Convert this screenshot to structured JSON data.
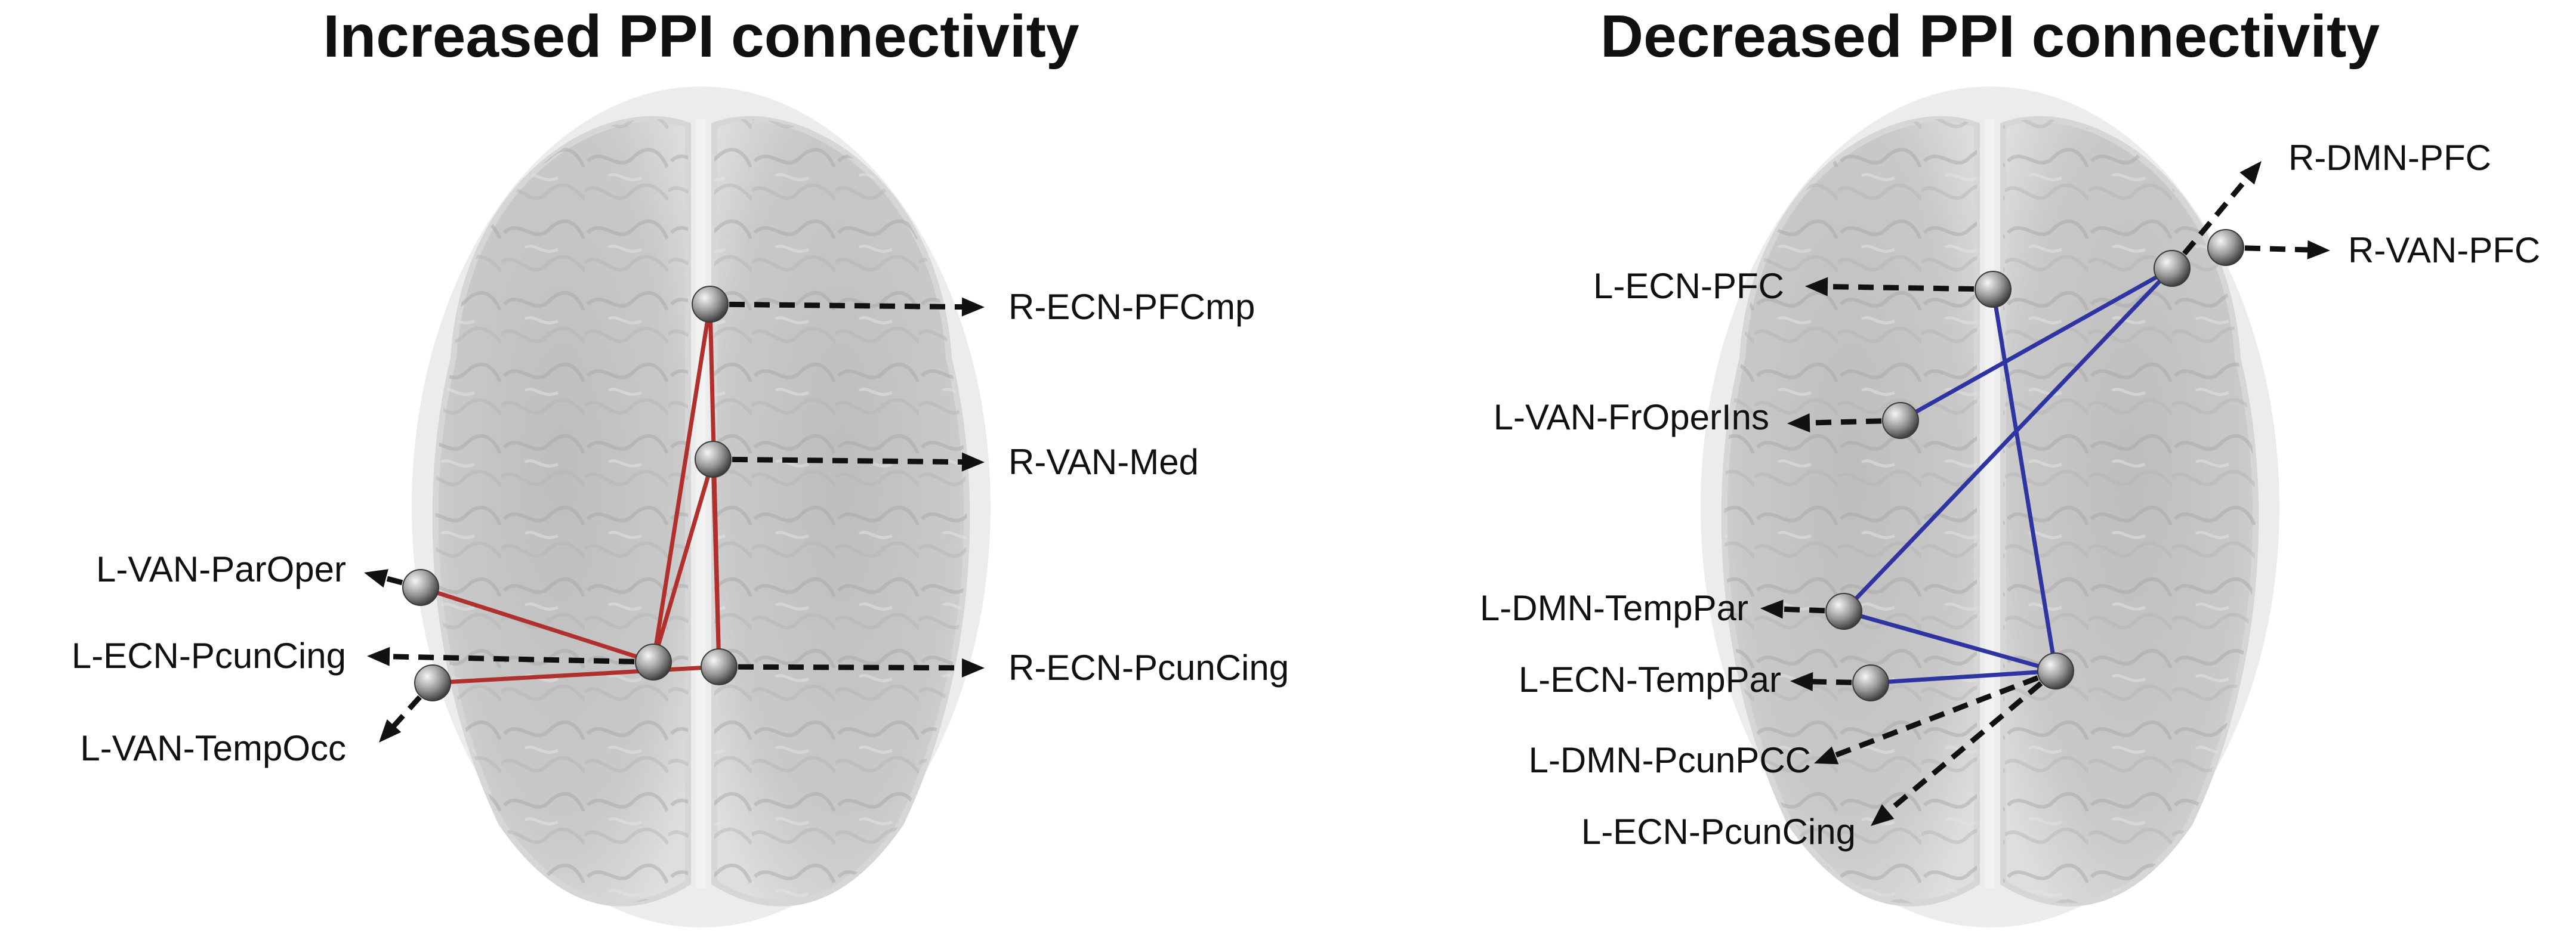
{
  "colors": {
    "increased": "#b0302e",
    "decreased": "#2e35a0",
    "arrow": "#111111",
    "node_light": "#f4f4f4",
    "node_dark": "#4a4a4a"
  },
  "panels": [
    {
      "id": "increased",
      "title": "Increased PPI connectivity",
      "nodes": [
        {
          "id": "R-ECN-PFCmp",
          "label": "R-ECN-PFCmp"
        },
        {
          "id": "R-VAN-Med",
          "label": "R-VAN-Med"
        },
        {
          "id": "L-VAN-ParOper",
          "label": "L-VAN-ParOper"
        },
        {
          "id": "L-ECN-PcunCing",
          "label": "L-ECN-PcunCing"
        },
        {
          "id": "R-ECN-PcunCing",
          "label": "R-ECN-PcunCing"
        },
        {
          "id": "L-VAN-TempOcc",
          "label": "L-VAN-TempOcc"
        }
      ],
      "edges": [
        [
          "R-ECN-PFCmp",
          "L-ECN-PcunCing"
        ],
        [
          "R-ECN-PFCmp",
          "R-ECN-PcunCing"
        ],
        [
          "R-VAN-Med",
          "L-ECN-PcunCing"
        ],
        [
          "R-VAN-Med",
          "R-ECN-PcunCing"
        ],
        [
          "L-VAN-ParOper",
          "L-ECN-PcunCing"
        ],
        [
          "L-VAN-TempOcc",
          "R-ECN-PcunCing"
        ]
      ]
    },
    {
      "id": "decreased",
      "title": "Decreased PPI connectivity",
      "nodes": [
        {
          "id": "R-DMN-PFC",
          "label": "R-DMN-PFC"
        },
        {
          "id": "R-VAN-PFC",
          "label": "R-VAN-PFC"
        },
        {
          "id": "L-ECN-PFC",
          "label": "L-ECN-PFC"
        },
        {
          "id": "L-VAN-FrOperIns",
          "label": "L-VAN-FrOperIns"
        },
        {
          "id": "L-DMN-TempPar",
          "label": "L-DMN-TempPar"
        },
        {
          "id": "L-ECN-TempPar",
          "label": "L-ECN-TempPar"
        },
        {
          "id": "L-DMN-PcunPCC",
          "label": "L-DMN-PcunPCC"
        },
        {
          "id": "L-ECN-PcunCing",
          "label": "L-ECN-PcunCing"
        }
      ],
      "edges": [
        [
          "R-DMN-PFC",
          "L-VAN-FrOperIns"
        ],
        [
          "R-DMN-PFC",
          "L-DMN-TempPar"
        ],
        [
          "L-ECN-PFC",
          "L-DMN-PcunPCC"
        ],
        [
          "L-DMN-TempPar",
          "L-DMN-PcunPCC"
        ],
        [
          "L-ECN-TempPar",
          "L-DMN-PcunPCC"
        ]
      ]
    }
  ]
}
